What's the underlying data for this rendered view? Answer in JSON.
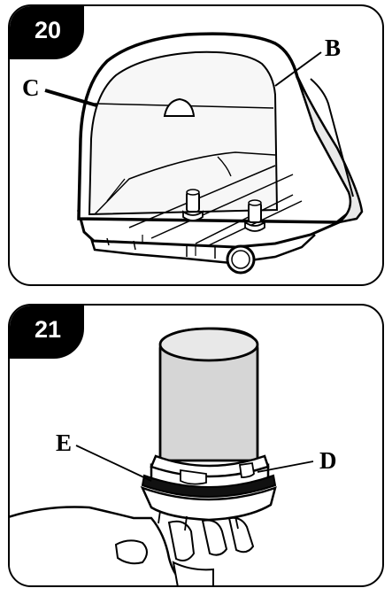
{
  "figure_20": {
    "step_number": "20",
    "labels": {
      "b": "B",
      "c": "C"
    }
  },
  "figure_21": {
    "step_number": "21",
    "labels": {
      "d": "D",
      "e": "E"
    }
  }
}
